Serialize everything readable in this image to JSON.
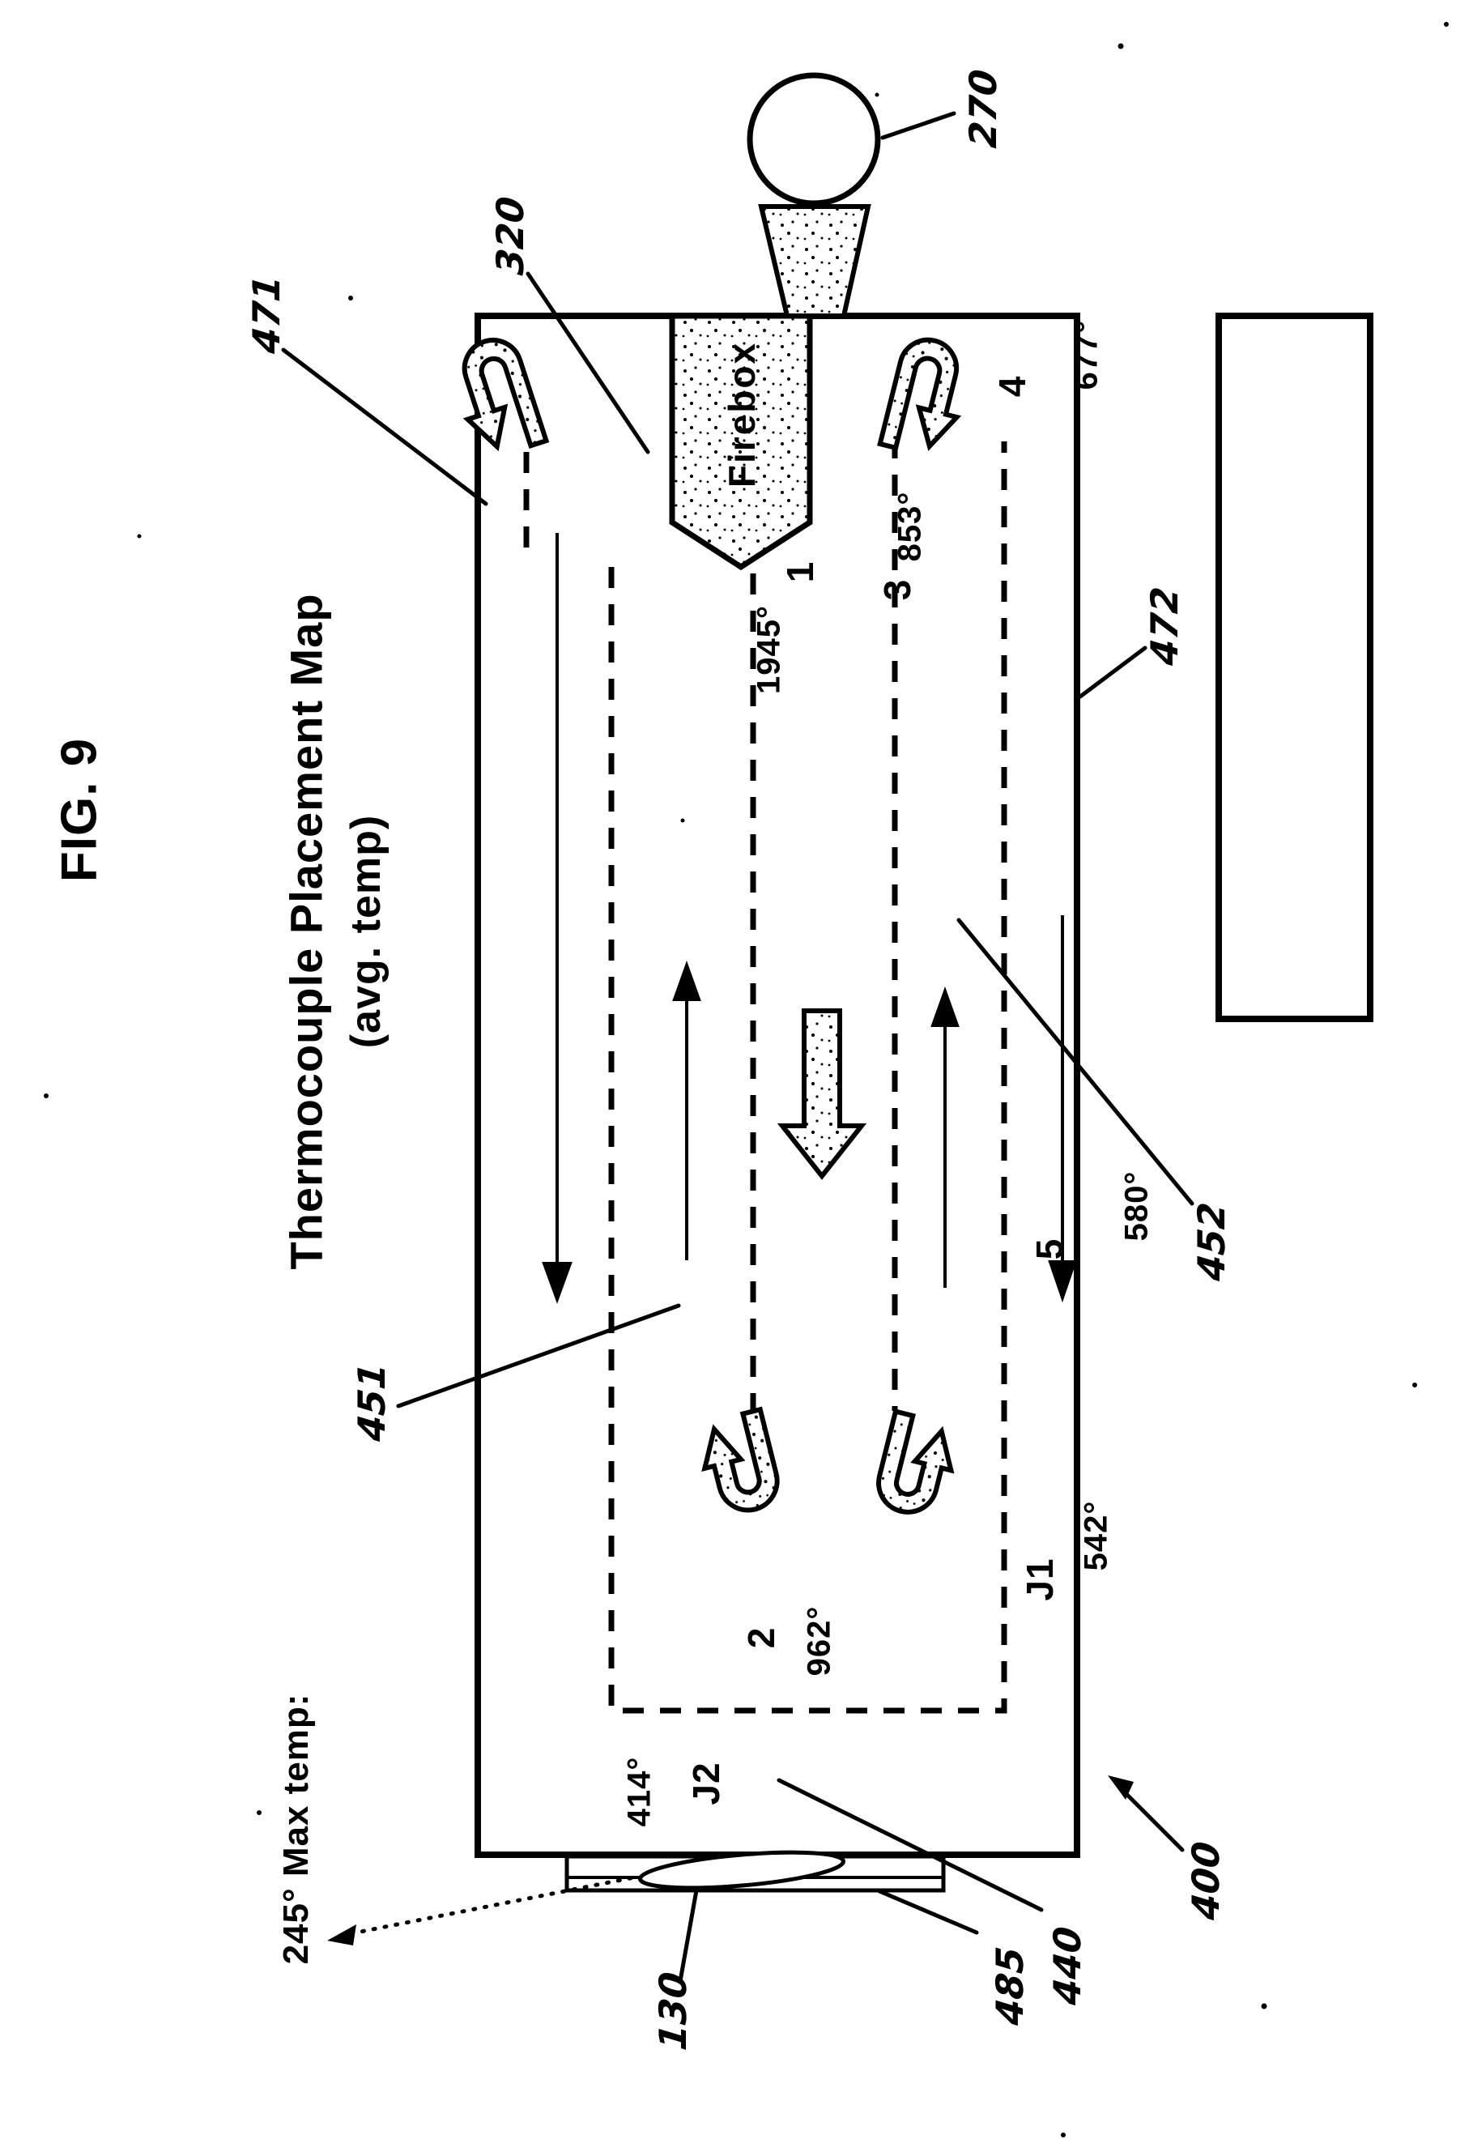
{
  "page": {
    "background": "#ffffff",
    "ink": "#000000"
  },
  "figure": {
    "fig_label": "FIG. 9",
    "title_line1": "Thermocouple Placement Map",
    "title_line2": "(avg. temp)",
    "max_temp_note": "245° Max temp:",
    "firebox_label": "Firebox"
  },
  "thermocouples": {
    "tc1": {
      "id": "1",
      "temp": "1945°"
    },
    "tc2": {
      "id": "2",
      "temp": "962°"
    },
    "tc3": {
      "id": "3",
      "temp": "853°"
    },
    "tc4": {
      "id": "4",
      "temp": "677°"
    },
    "tc5": {
      "id": "5",
      "temp": "580°"
    },
    "tcJ1": {
      "id": "J1",
      "temp": "542°"
    },
    "tcJ2": {
      "id": "J2",
      "temp": "414°"
    }
  },
  "reference_numerals": {
    "stack": "270",
    "firebox": "320",
    "upper_pass": "471",
    "lower_pass": "472",
    "left_region": "451",
    "right_region": "452",
    "vessel": "400",
    "tray_item": "130",
    "tray": "485",
    "bottom_region": "440"
  }
}
